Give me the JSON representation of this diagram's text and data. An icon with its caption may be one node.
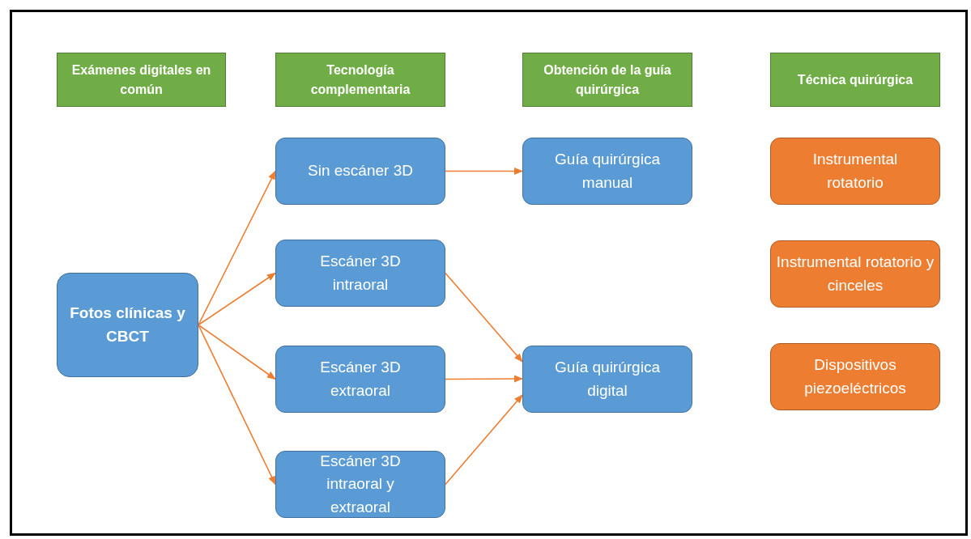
{
  "diagram": {
    "nodes": [
      {
        "text": [
          "Exámenes digitales en común"
        ]
      },
      {
        "text": [
          "Tecnología complementaria"
        ]
      },
      {
        "text": [
          "Obtención de la guía quirúrgica"
        ]
      },
      {
        "text": [
          "Técnica quirúrgica"
        ]
      },
      {
        "text": [
          "Fotos clínicas y CBCT"
        ]
      },
      {
        "text": [
          "Sin escáner 3D"
        ]
      },
      {
        "text": [
          "Escáner 3D intraoral"
        ]
      },
      {
        "text": [
          "Escáner 3D extraoral"
        ]
      },
      {
        "text": [
          "Escáner 3D intraoral y extraoral"
        ]
      },
      {
        "text": [
          "Guía quirúrgica manual"
        ]
      },
      {
        "text": [
          "Guía quirúrgica digital"
        ]
      },
      {
        "text": [
          "Instrumental rotatorio"
        ]
      },
      {
        "text": [
          "Instrumental rotatorio y cinceles"
        ]
      },
      {
        "text": [
          "Dispositivos piezoeléctricos"
        ]
      }
    ],
    "edges": [
      {
        "from": 4,
        "to": 5,
        "arrow": "to"
      },
      {
        "from": 4,
        "to": 6,
        "arrow": "to"
      },
      {
        "from": 4,
        "to": 7,
        "arrow": "to"
      },
      {
        "from": 4,
        "to": 8,
        "arrow": "to"
      },
      {
        "from": 5,
        "to": 9,
        "arrow": "to"
      },
      {
        "from": 6,
        "to": 10,
        "arrow": "to"
      },
      {
        "from": 7,
        "to": 10,
        "arrow": "to"
      },
      {
        "from": 8,
        "to": 10,
        "arrow": "to"
      }
    ]
  }
}
